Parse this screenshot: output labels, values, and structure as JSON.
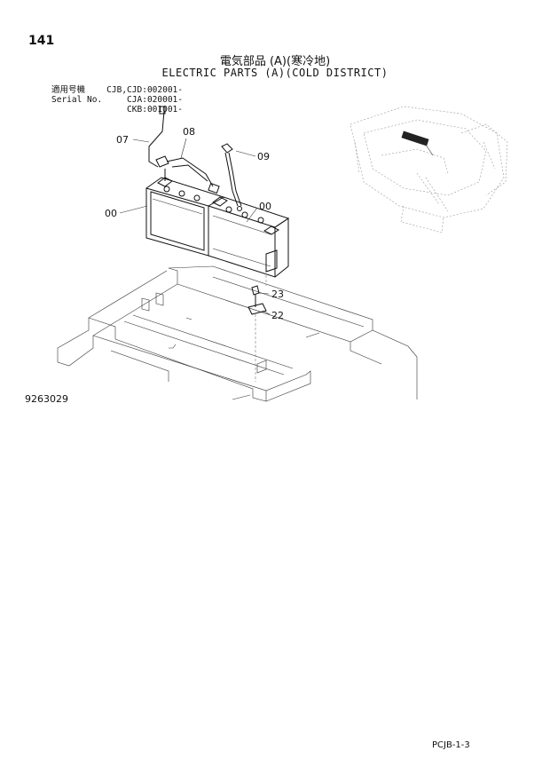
{
  "page": {
    "number": "141",
    "title_jp": "電気部品 (A)(寒冷地)",
    "title_en": "ELECTRIC PARTS (A)(COLD DISTRICT)",
    "doc_id": "9263029",
    "footer_code": "PCJB-1-3"
  },
  "serial": {
    "label_jp": "適用号機",
    "label_en": "Serial No.",
    "rows": [
      {
        "model": "CJB,CJD",
        "range": "002001-"
      },
      {
        "model": "CJA",
        "range": "020001-"
      },
      {
        "model": "CKB",
        "range": "001001-"
      }
    ]
  },
  "callouts": {
    "c07": "07",
    "c08": "08",
    "c09": "09",
    "c00_left": "00",
    "c00_right": "00",
    "c23": "23",
    "c22": "22"
  }
}
